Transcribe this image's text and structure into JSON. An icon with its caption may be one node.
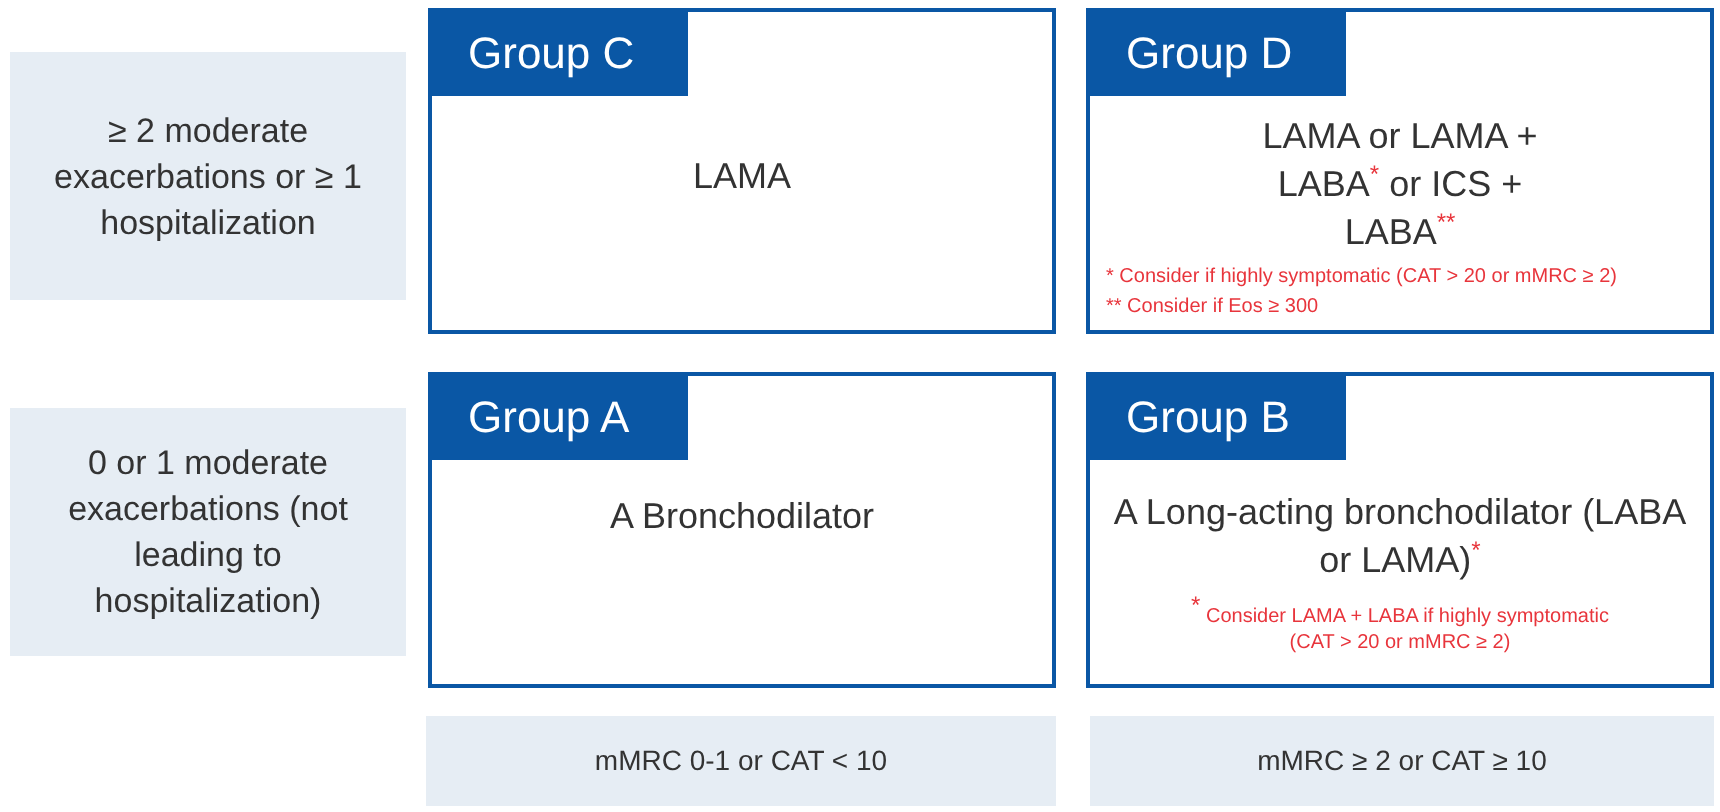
{
  "diagram": {
    "nodes": [
      {
        "text": [
          "≥ 2 moderate exacerbations or ≥ 1 hospitalization"
        ]
      },
      {
        "text": [
          "Group C",
          "LAMA"
        ]
      },
      {
        "text": [
          "Group D",
          "LAMA or LAMA + LABA$^{*}$ or ICS + LABA$^{**}$",
          "* Consider if highly symptomatic (CAT > 20 or mMRC ≥ 2)",
          "** Consider if Eos ≥ 300"
        ]
      },
      {
        "text": [
          "0 or 1 moderate exacerbations (not leading to hospitalization)"
        ]
      },
      {
        "text": [
          "Group A",
          "A Bronchodilator"
        ]
      },
      {
        "text": [
          "Group B",
          "A Long-acting bronchodilator (LABA or LAMA)$^{*}$",
          "$^{*}$ Consider LAMA + LABA if highly symptomatic (CAT > 20 or mMRC ≥ 2)"
        ]
      },
      {
        "text": [
          "mMRC 0-1 or CAT < 10"
        ]
      },
      {
        "text": [
          "mMRC ≥ 2 or CAT ≥ 10"
        ]
      }
    ],
    "edges": []
  }
}
